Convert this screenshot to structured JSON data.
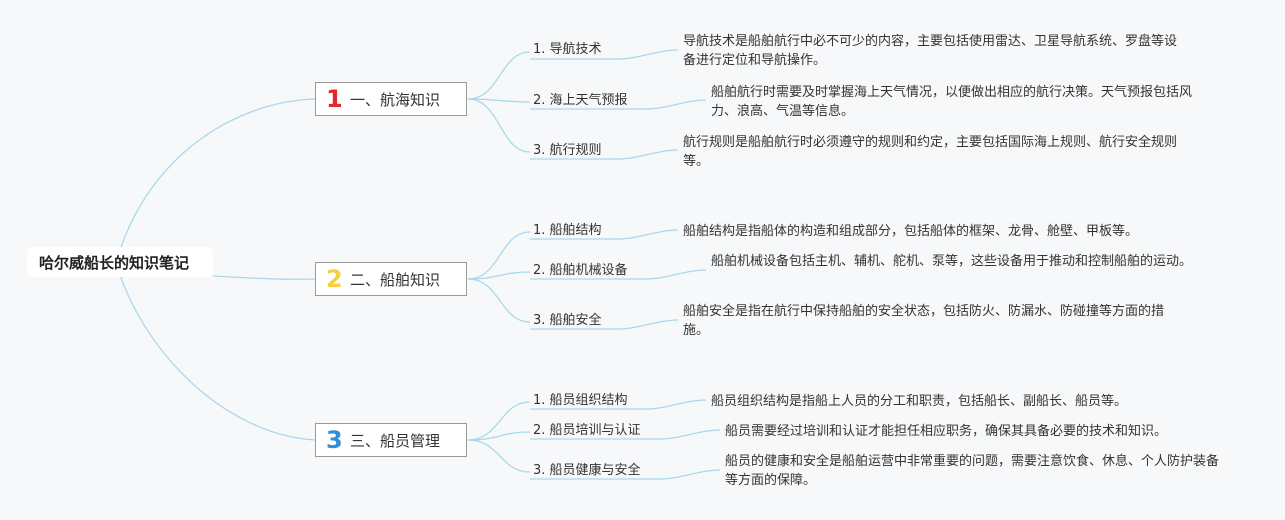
{
  "root": {
    "title": "哈尔威船长的知识笔记"
  },
  "branches": [
    {
      "number": "1",
      "color": "#e0282e",
      "title": "一、航海知识",
      "topics": [
        {
          "label": "1. 导航技术",
          "desc": "导航技术是船舶航行中必不可少的内容，主要包括使用雷达、卫星导航系统、罗盘等设备进行定位和导航操作。"
        },
        {
          "label": "2. 海上天气预报",
          "desc": "船舶航行时需要及时掌握海上天气情况，以便做出相应的航行决策。天气预报包括风力、浪高、气温等信息。"
        },
        {
          "label": "3. 航行规则",
          "desc": "航行规则是船舶航行时必须遵守的规则和约定，主要包括国际海上规则、航行安全规则等。"
        }
      ]
    },
    {
      "number": "2",
      "color": "#f6cf3e",
      "title": "二、船舶知识",
      "topics": [
        {
          "label": "1. 船舶结构",
          "desc": "船舶结构是指船体的构造和组成部分，包括船体的框架、龙骨、舱壁、甲板等。"
        },
        {
          "label": "2. 船舶机械设备",
          "desc": "船舶机械设备包括主机、辅机、舵机、泵等，这些设备用于推动和控制船舶的运动。"
        },
        {
          "label": "3. 船舶安全",
          "desc": "船舶安全是指在航行中保持船舶的安全状态，包括防火、防漏水、防碰撞等方面的措施。"
        }
      ]
    },
    {
      "number": "3",
      "color": "#2d8fd4",
      "title": "三、船员管理",
      "topics": [
        {
          "label": "1. 船员组织结构",
          "desc": "船员组织结构是指船上人员的分工和职责，包括船长、副船长、船员等。"
        },
        {
          "label": "2. 船员培训与认证",
          "desc": "船员需要经过培训和认证才能担任相应职务，确保其具备必要的技术和知识。"
        },
        {
          "label": "3. 船员健康与安全",
          "desc": "船员的健康和安全是船舶运营中非常重要的问题，需要注意饮食、休息、个人防护装备等方面的保障。"
        }
      ]
    }
  ],
  "colors": {
    "line": "#a9d8ec",
    "border": "#9a9a9a",
    "background": "#f7f8fa"
  }
}
